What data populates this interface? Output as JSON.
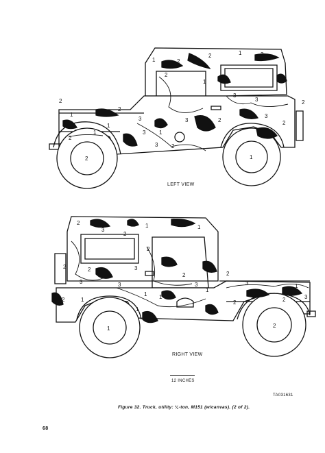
{
  "views": {
    "left_label": "LEFT VIEW",
    "right_label": "RIGHT VIEW"
  },
  "scale": {
    "label": "12 INCHES"
  },
  "reference_code": "TA031631",
  "caption": "Figure 32. Truck, utility: ¼-ton, M151 (w/canvas). (2 of 2).",
  "page_number": "68",
  "zone_markers": {
    "left": [
      "2",
      "1",
      "3",
      "2",
      "1",
      "2",
      "3",
      "1",
      "3",
      "1",
      "2",
      "3",
      "2",
      "1",
      "2",
      "3",
      "1",
      "2",
      "3",
      "1",
      "2",
      "1",
      "3",
      "2",
      "3",
      "2",
      "1",
      "2"
    ],
    "right": [
      "2",
      "1",
      "3",
      "2",
      "1",
      "2",
      "3",
      "1",
      "3",
      "2",
      "1",
      "2",
      "3",
      "1",
      "1",
      "2",
      "3",
      "2",
      "1",
      "2",
      "3",
      "1",
      "2",
      "1",
      "2",
      "1",
      "3",
      "2"
    ]
  }
}
